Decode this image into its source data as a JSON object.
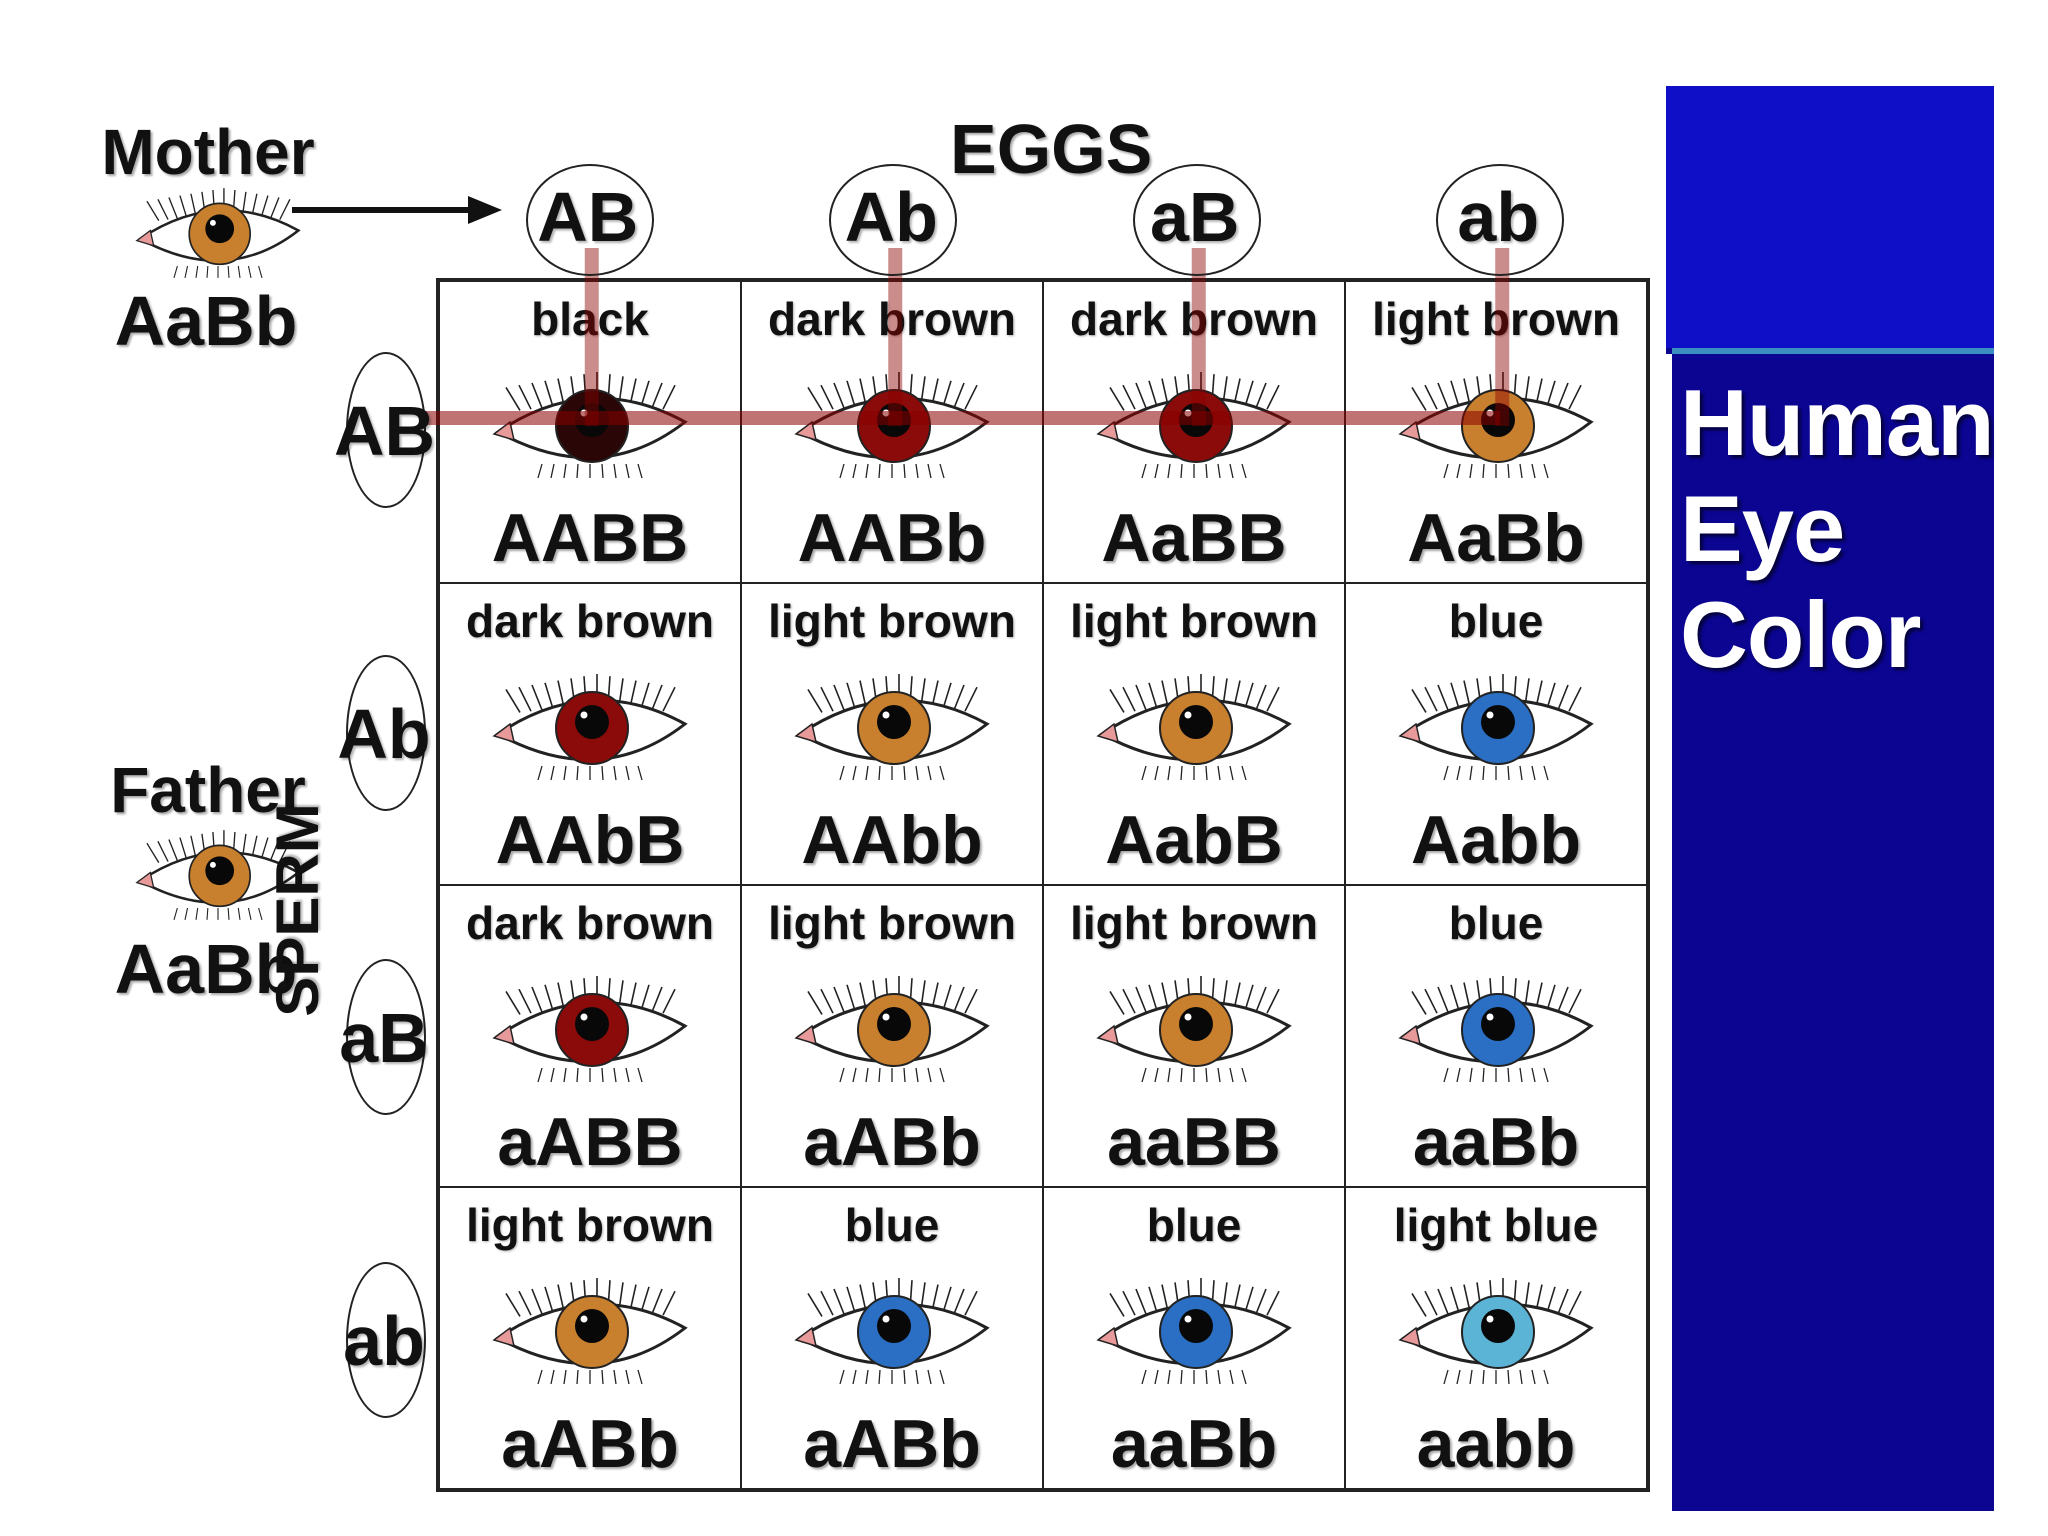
{
  "mother": {
    "label": "Mother",
    "genotype": "AaBb",
    "iris": "#c8802e"
  },
  "father": {
    "label": "Father",
    "genotype": "AaBb",
    "iris": "#c8802e"
  },
  "eggs": {
    "title": "EGGS",
    "alleles": [
      "AB",
      "Ab",
      "aB",
      "ab"
    ]
  },
  "sperm": {
    "title": "SPERM",
    "alleles": [
      "AB",
      "Ab",
      "aB",
      "ab"
    ]
  },
  "sidebar": {
    "title_line1": "Human",
    "title_line2": "Eye",
    "title_line3": "Color",
    "bg": "#0b0592",
    "top_bg": "#0f0fc8"
  },
  "highlight_color": "#8b0000",
  "cells": [
    [
      {
        "color": "black",
        "genotype": "AABB",
        "iris": "#2a0606"
      },
      {
        "color": "dark brown",
        "genotype": "AABb",
        "iris": "#8b0a0a"
      },
      {
        "color": "dark brown",
        "genotype": "AaBB",
        "iris": "#8b0a0a"
      },
      {
        "color": "light brown",
        "genotype": "AaBb",
        "iris": "#c8802e"
      }
    ],
    [
      {
        "color": "dark brown",
        "genotype": "AAbB",
        "iris": "#8b0a0a"
      },
      {
        "color": "light brown",
        "genotype": "AAbb",
        "iris": "#c8802e"
      },
      {
        "color": "light brown",
        "genotype": "AabB",
        "iris": "#c8802e"
      },
      {
        "color": "blue",
        "genotype": "Aabb",
        "iris": "#2a6fc4"
      }
    ],
    [
      {
        "color": "dark brown",
        "genotype": "aABB",
        "iris": "#8b0a0a"
      },
      {
        "color": "light brown",
        "genotype": "aABb",
        "iris": "#c8802e"
      },
      {
        "color": "light brown",
        "genotype": "aaBB",
        "iris": "#c8802e"
      },
      {
        "color": "blue",
        "genotype": "aaBb",
        "iris": "#2a6fc4"
      }
    ],
    [
      {
        "color": "light brown",
        "genotype": "aABb",
        "iris": "#c8802e"
      },
      {
        "color": "blue",
        "genotype": "aABb",
        "iris": "#2a6fc4"
      },
      {
        "color": "blue",
        "genotype": "aaBb",
        "iris": "#2a6fc4"
      },
      {
        "color": "light blue",
        "genotype": "aabb",
        "iris": "#5bb3d6"
      }
    ]
  ]
}
